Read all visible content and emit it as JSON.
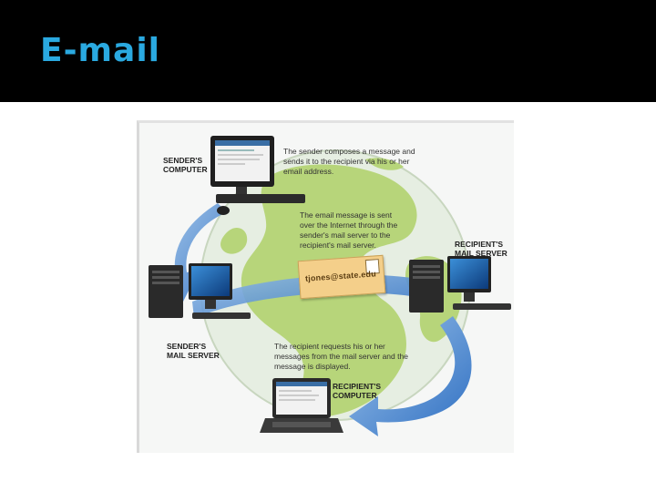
{
  "slide": {
    "title": "E-mail"
  },
  "colors": {
    "title": "#2aa9e0",
    "header_bg": "#000000",
    "globe_land": "#b9d77a",
    "globe_sea": "#e9efe6",
    "arrow": "#2f6fc2"
  },
  "labels": {
    "sender_computer": [
      "SENDER'S",
      "COMPUTER"
    ],
    "sender_server": [
      "SENDER'S",
      "MAIL SERVER"
    ],
    "recipient_server": [
      "RECIPIENT'S",
      "MAIL SERVER"
    ],
    "recipient_computer": [
      "RECIPIENT'S",
      "COMPUTER"
    ]
  },
  "captions": {
    "step1": [
      "The sender composes a message and",
      "sends it to the recipient via his or her",
      "email address."
    ],
    "step2": [
      "The email message is sent",
      "over the Internet through the",
      "sender's mail server to the",
      "recipient's mail server."
    ],
    "step3": [
      "The recipient requests his or her",
      "messages from the mail server and the",
      "message is displayed."
    ]
  },
  "envelope": {
    "address": "tjones@state.edu"
  },
  "icons": [
    "desktop-computer-icon",
    "server-tower-icon",
    "laptop-icon",
    "envelope-icon",
    "globe-icon",
    "arrow-icon"
  ]
}
